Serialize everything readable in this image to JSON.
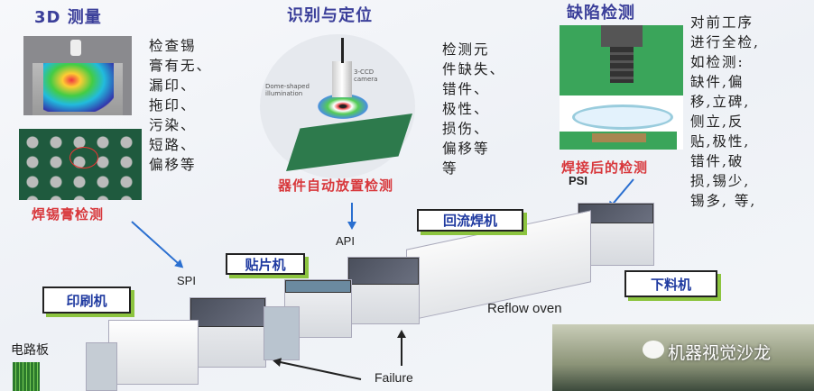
{
  "sections": {
    "spi": {
      "title": "3D 测量",
      "caption": "焊锡膏检测",
      "lines": [
        "检查锡",
        "膏有无、",
        "漏印、",
        "拖印、",
        "污染、",
        "短路、",
        "偏移等"
      ],
      "stage": "SPI"
    },
    "api": {
      "title": "识别与定位",
      "caption": "器件自动放置检测",
      "lines": [
        "检测元",
        "件缺失、",
        "错件、",
        "极性、",
        "损伤、",
        "偏移等",
        "等"
      ],
      "stage": "API",
      "camera_label": "3-CCD camera",
      "dome_label": "Dome-shaped illumination"
    },
    "psi": {
      "title": "缺陷检测",
      "caption": "焊接后的检测",
      "lines": [
        "对前工序",
        "进行全检,",
        "如检测:",
        "缺件,偏",
        "移,立碑,",
        "侧立,反",
        "贴,极性,",
        "错件,破",
        "损,锡少,",
        "锡多,  等,"
      ],
      "stage": "PSI"
    }
  },
  "machines": {
    "printer": "印刷机",
    "placer": "贴片机",
    "reflow": "回流焊机",
    "unloader": "下料机",
    "reflow_oven": "Reflow oven",
    "pcb": "电路板",
    "failure": "Failure"
  },
  "watermark": "机器视觉沙龙",
  "colors": {
    "title": "#3b3f9a",
    "caption": "#d8383c",
    "label_text": "#1f3aa0",
    "label_shadow": "#8cc43f",
    "arrow": "#2a6fd0"
  }
}
